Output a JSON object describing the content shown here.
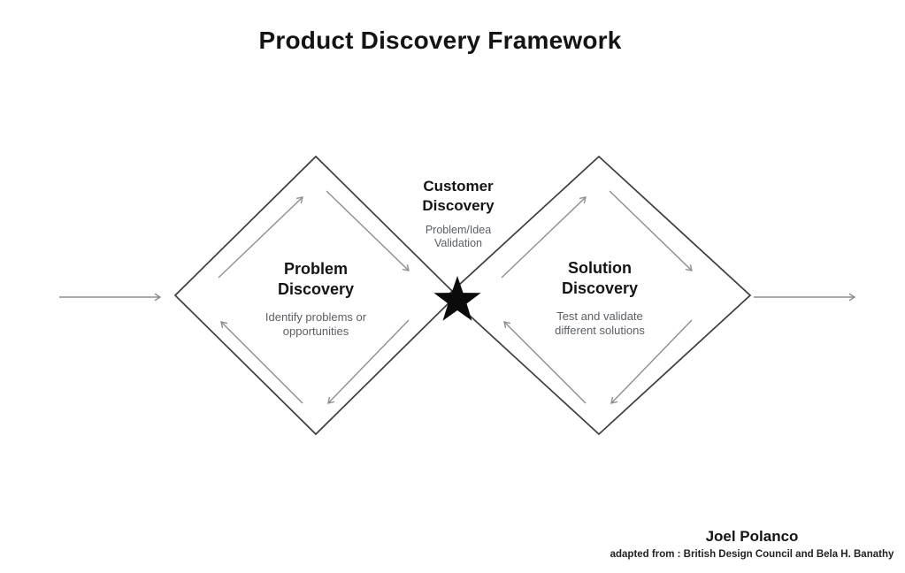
{
  "title": "Product Discovery Framework",
  "stages": {
    "problem": {
      "heading": "Problem Discovery",
      "description": "Identify problems or opportunities"
    },
    "customer": {
      "heading": "Customer Discovery",
      "description": "Problem/Idea Validation"
    },
    "solution": {
      "heading": "Solution Discovery",
      "description": "Test and validate different solutions"
    }
  },
  "attribution": {
    "author": "Joel Polanco",
    "credit": "adapted from : British Design Council and Bela H. Banathy"
  },
  "icons": {
    "junction": "star-icon",
    "flow_in": "arrow-right-icon",
    "flow_out": "arrow-right-icon",
    "diamond_cycles": "cycle-arrow-icon"
  },
  "colors": {
    "background": "#ffffff",
    "diamond_outline": "#3d3d3d",
    "flow_arrow": "#8e8e8e",
    "heading_text": "#141414",
    "description_text": "#5b5f64",
    "star_fill": "#0b0b0b",
    "credit_text": "#222222"
  }
}
